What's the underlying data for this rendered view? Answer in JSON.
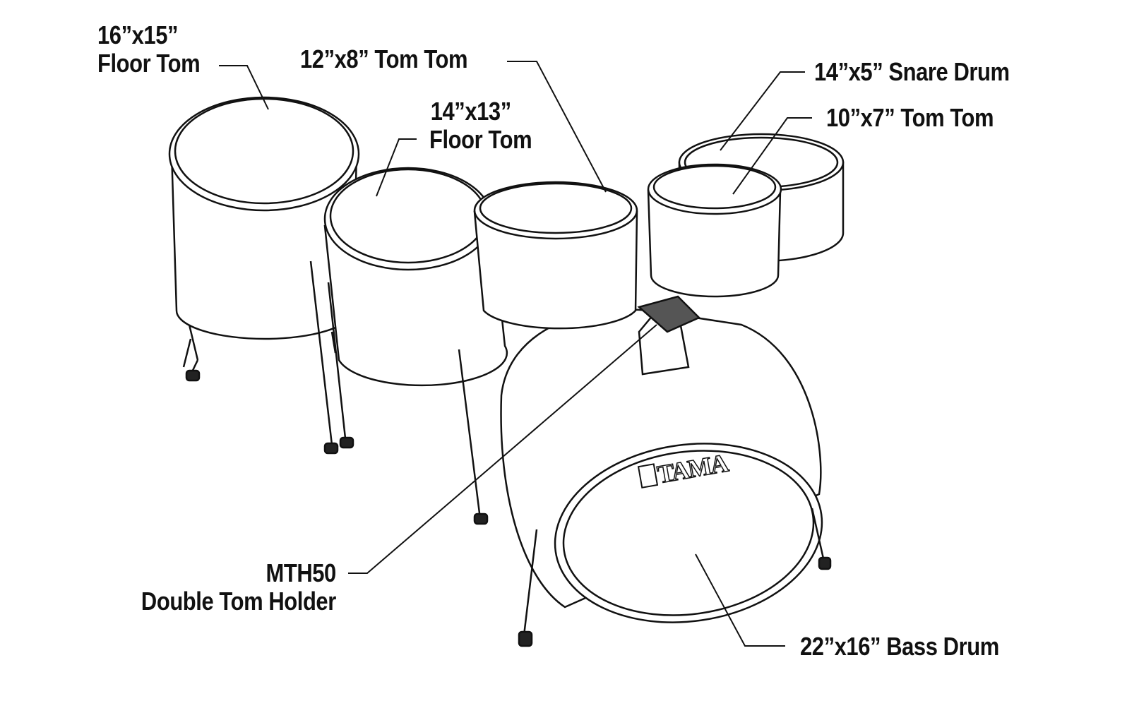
{
  "title": "Drum kit configuration diagram",
  "logo": "TAMA",
  "labels": {
    "floor_tom_16": {
      "size": "16”x15”",
      "name": "Floor Tom"
    },
    "tom_12": {
      "text": "12”x8” Tom Tom"
    },
    "floor_tom_14": {
      "size": "14”x13”",
      "name": "Floor Tom"
    },
    "snare": {
      "text": "14”x5” Snare Drum"
    },
    "tom_10": {
      "text": "10”x7” Tom Tom"
    },
    "holder": {
      "model": "MTH50",
      "name": "Double Tom Holder"
    },
    "bass": {
      "text": "22”x16” Bass Drum"
    }
  }
}
